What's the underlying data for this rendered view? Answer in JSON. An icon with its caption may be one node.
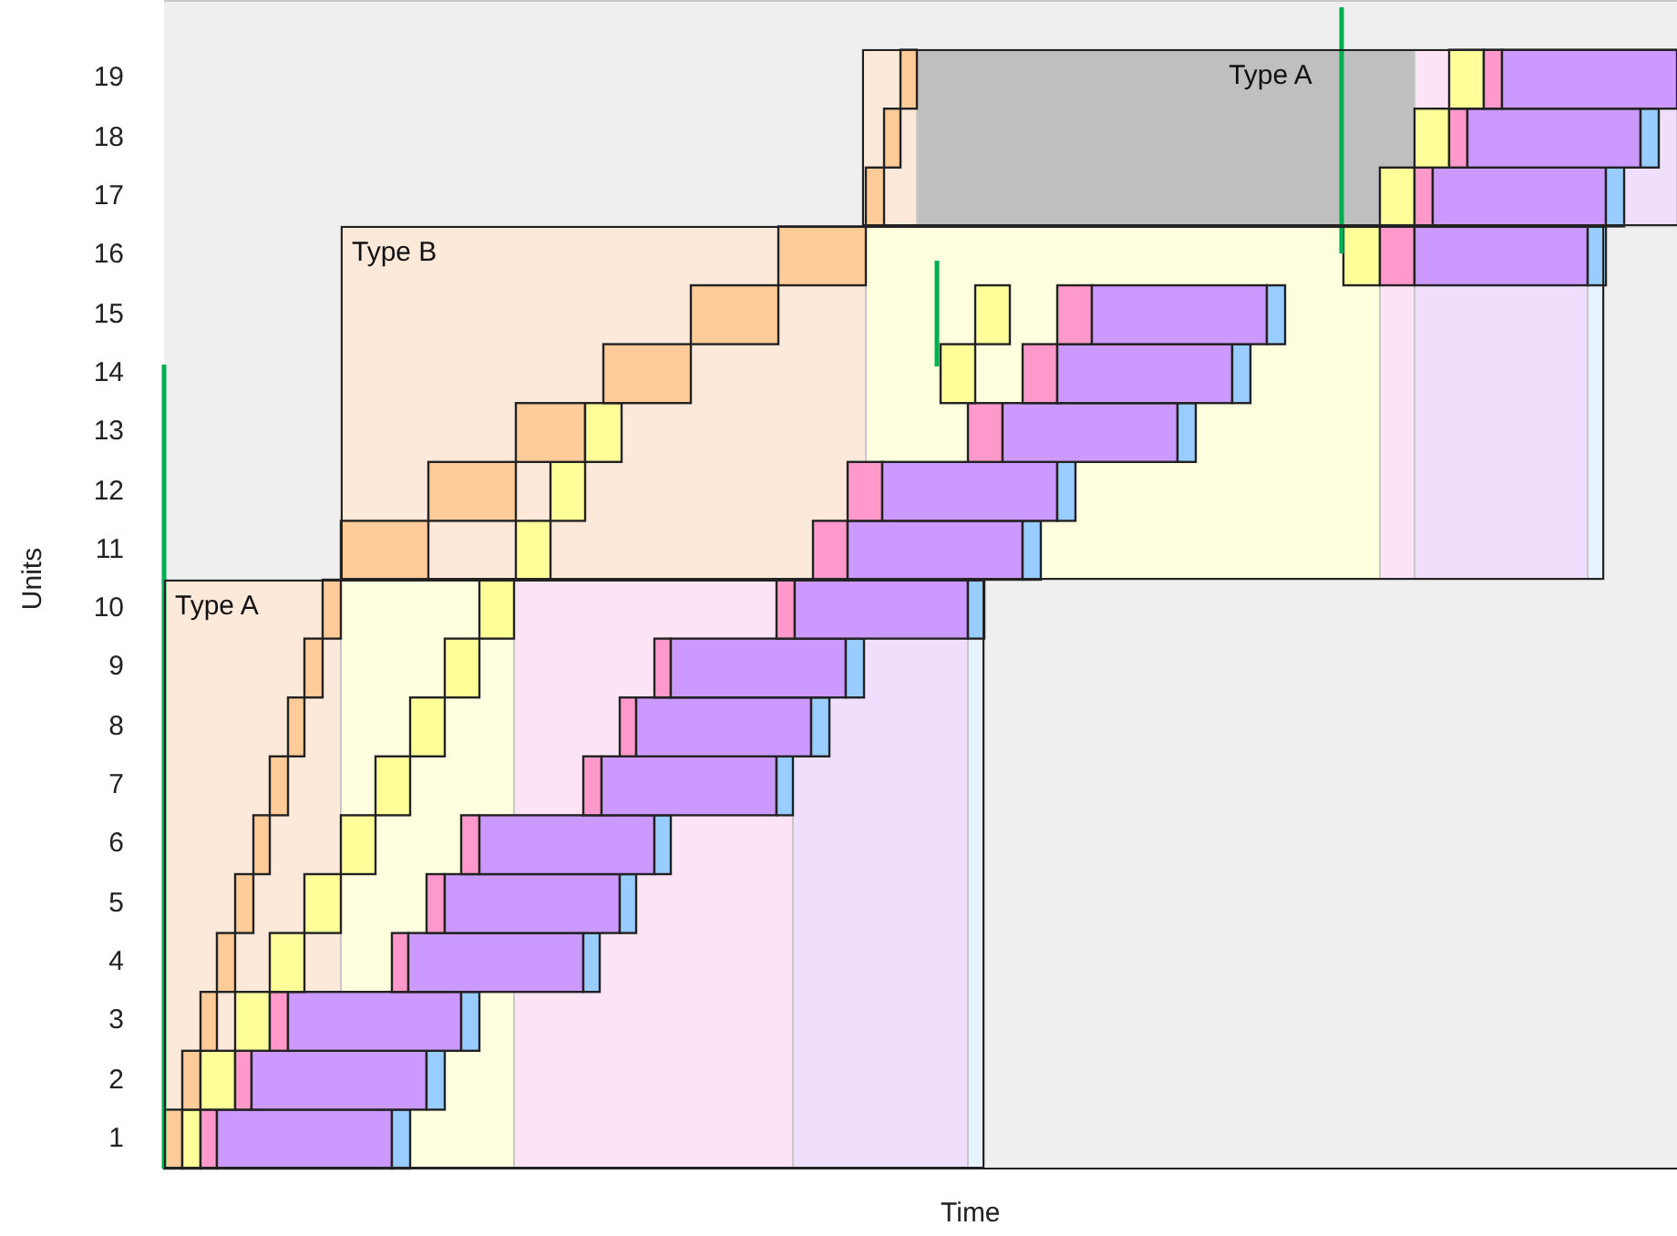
{
  "diagram": {
    "nodes": [
      {
        "text": [
          "Type A"
        ]
      },
      {
        "text": [
          "Type B"
        ]
      },
      {
        "text": [
          "Type A"
        ]
      }
    ],
    "labels": [
      "19",
      "18",
      "17",
      "16",
      "15",
      "14",
      "13",
      "12",
      "11",
      "10",
      "9",
      "8",
      "7",
      "6",
      "5",
      "4",
      "3",
      "2",
      "1",
      "Units",
      "Time"
    ]
  }
}
